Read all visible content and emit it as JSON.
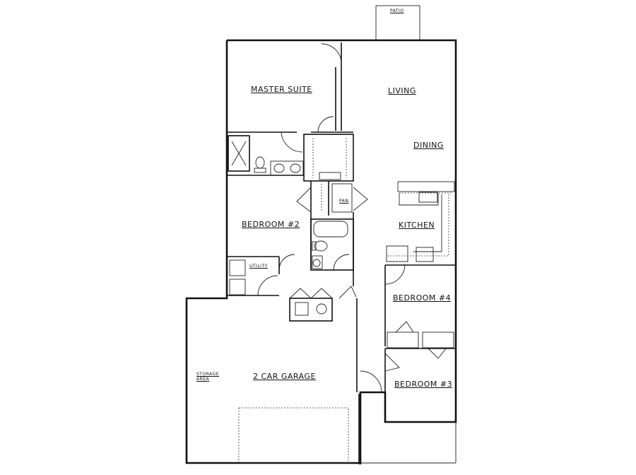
{
  "plan": {
    "type": "floor-plan",
    "rooms": [
      {
        "id": "patio",
        "label": "PATIO"
      },
      {
        "id": "master_suite",
        "label": "MASTER SUITE"
      },
      {
        "id": "living",
        "label": "LIVING"
      },
      {
        "id": "dining",
        "label": "DINING"
      },
      {
        "id": "pan",
        "label": "PAN"
      },
      {
        "id": "bedroom2",
        "label": "BEDROOM #2"
      },
      {
        "id": "kitchen",
        "label": "KITCHEN"
      },
      {
        "id": "utility",
        "label": "UTILITY"
      },
      {
        "id": "bedroom4",
        "label": "BEDROOM #4"
      },
      {
        "id": "storage",
        "label": "STORAGE AREA"
      },
      {
        "id": "garage",
        "label": "2 CAR GARAGE"
      },
      {
        "id": "bedroom3",
        "label": "BEDROOM #3"
      }
    ]
  }
}
